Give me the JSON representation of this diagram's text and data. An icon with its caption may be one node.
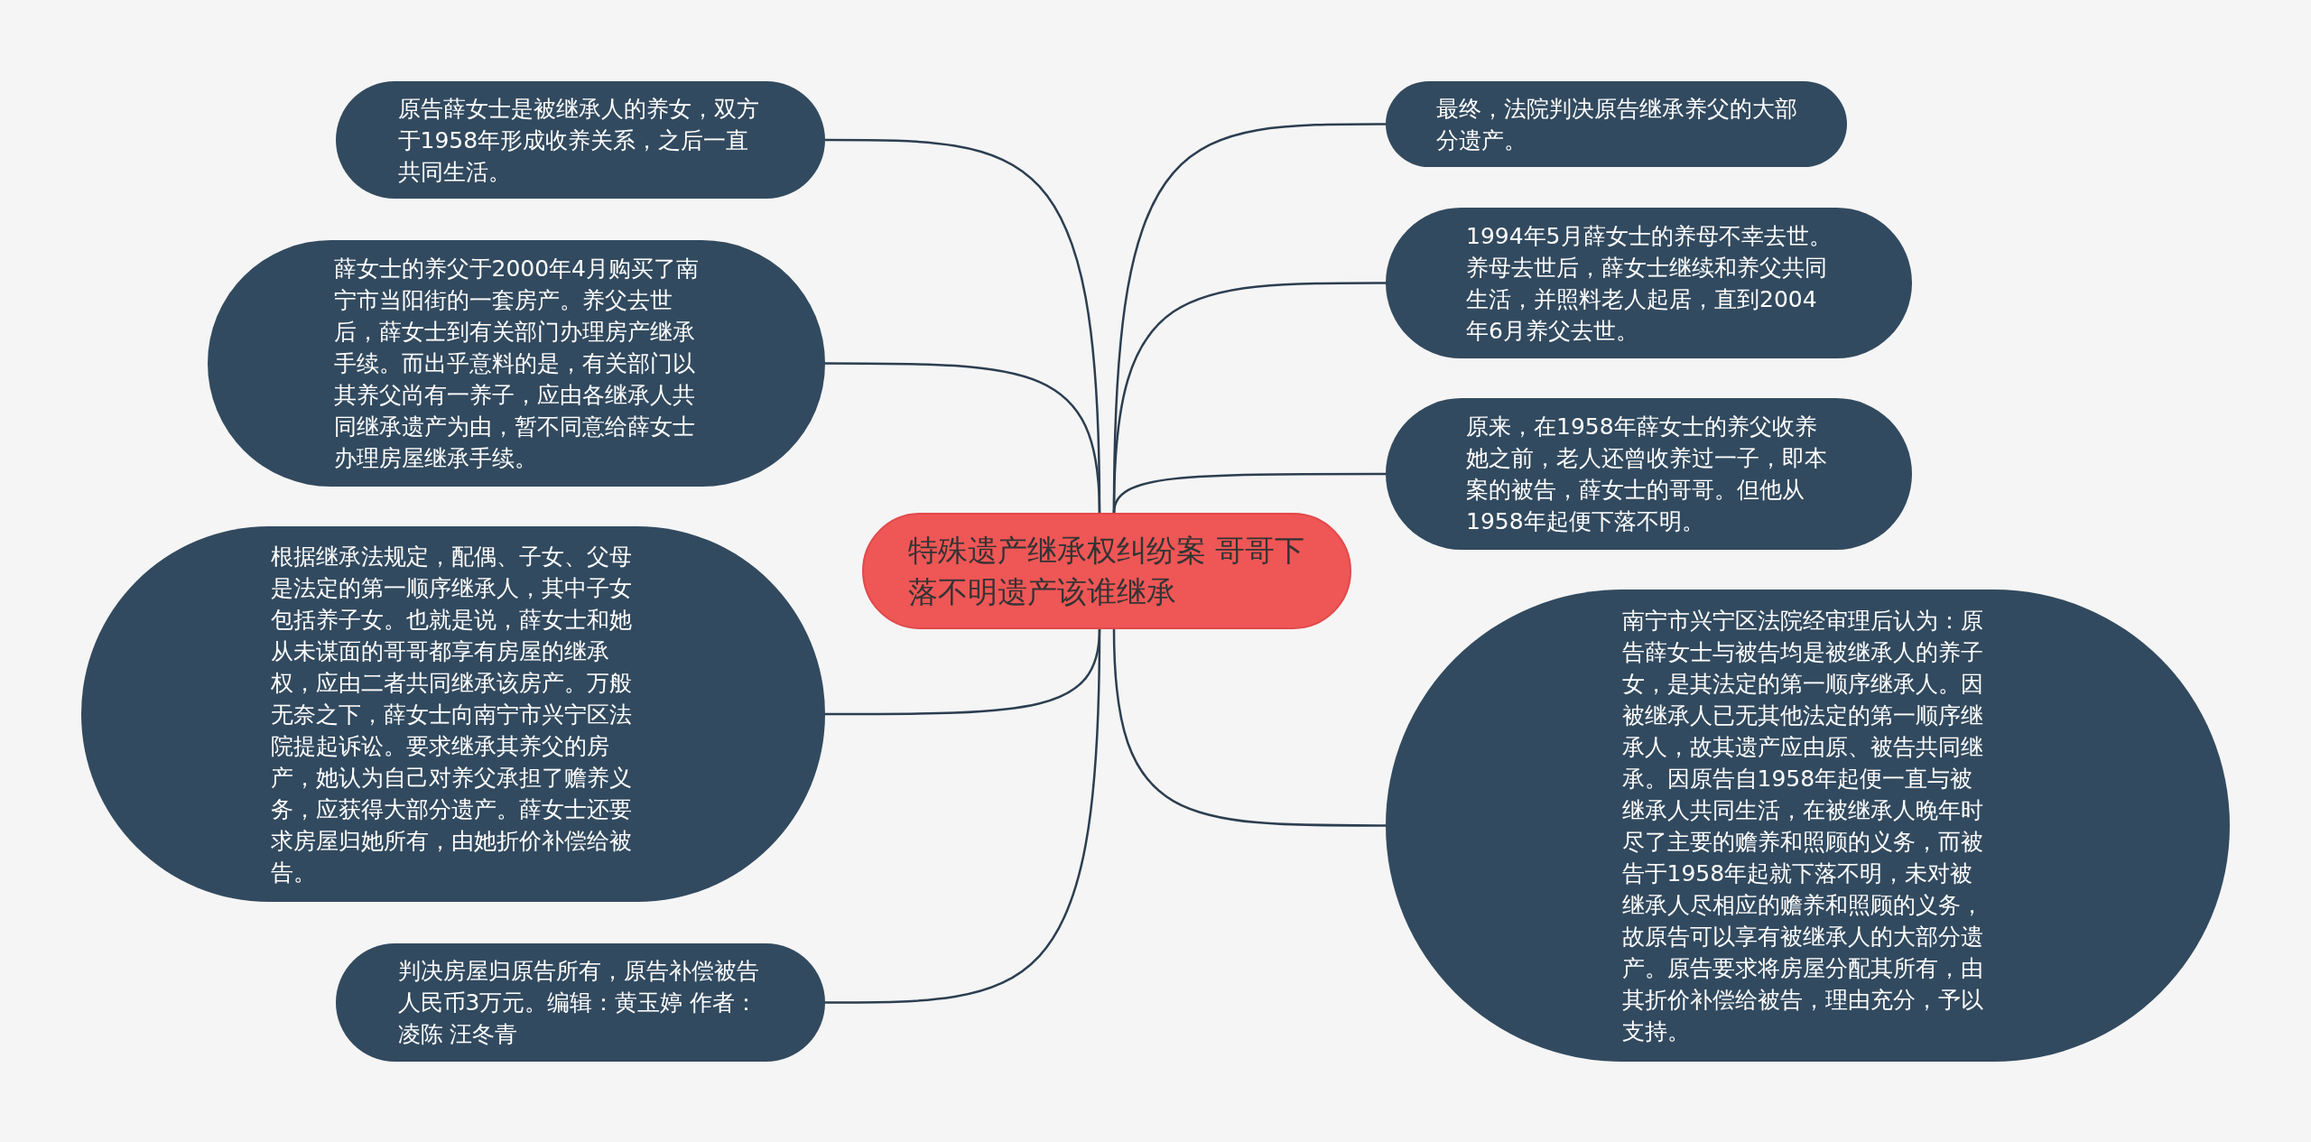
{
  "diagram": {
    "nodes": [
      {
        "text": [
          "特殊遗产继承权纠纷案 哥哥下落不明遗产该谁继承"
        ]
      },
      {
        "text": [
          "原告薛女士是被继承人的养女，双方于1958年形成收养关系，之后一直共同生活。"
        ]
      },
      {
        "text": [
          "薛女士的养父于2000年4月购买了南宁市当阳街的一套房产。养父去世后，薛女士到有关部门办理房产继承手续。而出乎意料的是，有关部门以其养父尚有一养子，应由各继承人共同继承遗产为由，暂不同意给薛女士办理房屋继承手续。"
        ]
      },
      {
        "text": [
          "根据继承法规定，配偶、子女、父母是法定的第一顺序继承人，其中子女包括养子女。也就是说，薛女士和她从未谋面的哥哥都享有房屋的继承权，应由二者共同继承该房产。万般无奈之下，薛女士向南宁市兴宁区法院提起诉讼。要求继承其养父的房产，她认为自己对养父承担了赡养义务，应获得大部分遗产。薛女士还要求房屋归她所有，由她折价补偿给被告。"
        ]
      },
      {
        "text": [
          "判决房屋归原告所有，原告补偿被告人民币3万元。编辑：黄玉婷 作者：凌陈 汪冬青"
        ]
      },
      {
        "text": [
          "最终，法院判决原告继承养父的大部分遗产。"
        ]
      },
      {
        "text": [
          "1994年5月薛女士的养母不幸去世。养母去世后，薛女士继续和养父共同生活，并照料老人起居，直到2004年6月养父去世。"
        ]
      },
      {
        "text": [
          "原来，在1958年薛女士的养父收养她之前，老人还曾收养过一子，即本案的被告，薛女士的哥哥。但他从1958年起便下落不明。"
        ]
      },
      {
        "text": [
          "南宁市兴宁区法院经审理后认为：原告薛女士与被告均是被继承人的养子女，是其法定的第一顺序继承人。因被继承人已无其他法定的第一顺序继承人，故其遗产应由原、被告共同继承。因原告自1958年起便一直与被继承人共同生活，在被继承人晚年时尽了主要的赡养和照顾的义务，而被告于1958年起就下落不明，未对被继承人尽相应的赡养和照顾的义务，故原告可以享有被继承人的大部分遗产。原告要求将房屋分配其所有，由其折价补偿给被告，理由充分，予以支持。"
        ]
      }
    ],
    "edges": [
      {
        "from": 0,
        "to": 1,
        "arrow": "none"
      },
      {
        "from": 0,
        "to": 2,
        "arrow": "none"
      },
      {
        "from": 0,
        "to": 3,
        "arrow": "none"
      },
      {
        "from": 0,
        "to": 4,
        "arrow": "none"
      },
      {
        "from": 0,
        "to": 5,
        "arrow": "none"
      },
      {
        "from": 0,
        "to": 6,
        "arrow": "none"
      },
      {
        "from": 0,
        "to": 7,
        "arrow": "none"
      },
      {
        "from": 0,
        "to": 8,
        "arrow": "none"
      }
    ]
  }
}
